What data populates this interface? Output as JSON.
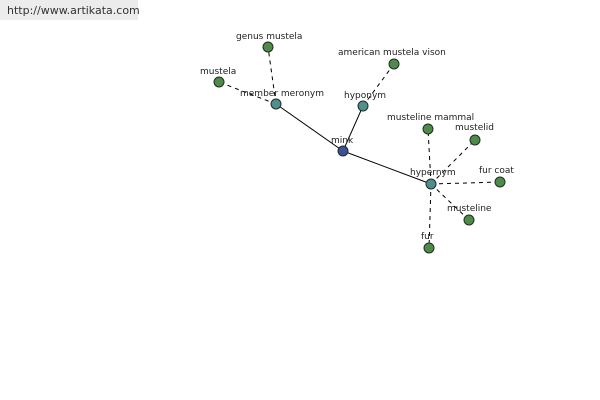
{
  "site": {
    "url": "http://www.artikata.com"
  },
  "colors": {
    "center": "#3b4f9a",
    "relation": "#4f8f8f",
    "leaf": "#4e8a4a",
    "edge": "#000000"
  },
  "graph": {
    "center": {
      "id": "mink",
      "label": "mink",
      "kind": "center"
    },
    "relations": [
      {
        "id": "member_meronym",
        "label": "member meronym",
        "kind": "relation"
      },
      {
        "id": "hyponym",
        "label": "hyponym",
        "kind": "relation"
      },
      {
        "id": "hypernym",
        "label": "hypernym",
        "kind": "relation"
      }
    ],
    "leaves": [
      {
        "id": "genus_mustela",
        "label": "genus mustela",
        "parent": "member_meronym"
      },
      {
        "id": "mustela",
        "label": "mustela",
        "parent": "member_meronym"
      },
      {
        "id": "american_mustela_vison",
        "label": "american mustela vison",
        "parent": "hyponym"
      },
      {
        "id": "musteline_mammal",
        "label": "musteline mammal",
        "parent": "hypernym"
      },
      {
        "id": "mustelid",
        "label": "mustelid",
        "parent": "hypernym"
      },
      {
        "id": "fur_coat",
        "label": "fur coat",
        "parent": "hypernym"
      },
      {
        "id": "musteline",
        "label": "musteline",
        "parent": "hypernym"
      },
      {
        "id": "fur",
        "label": "fur",
        "parent": "hypernym"
      }
    ]
  }
}
